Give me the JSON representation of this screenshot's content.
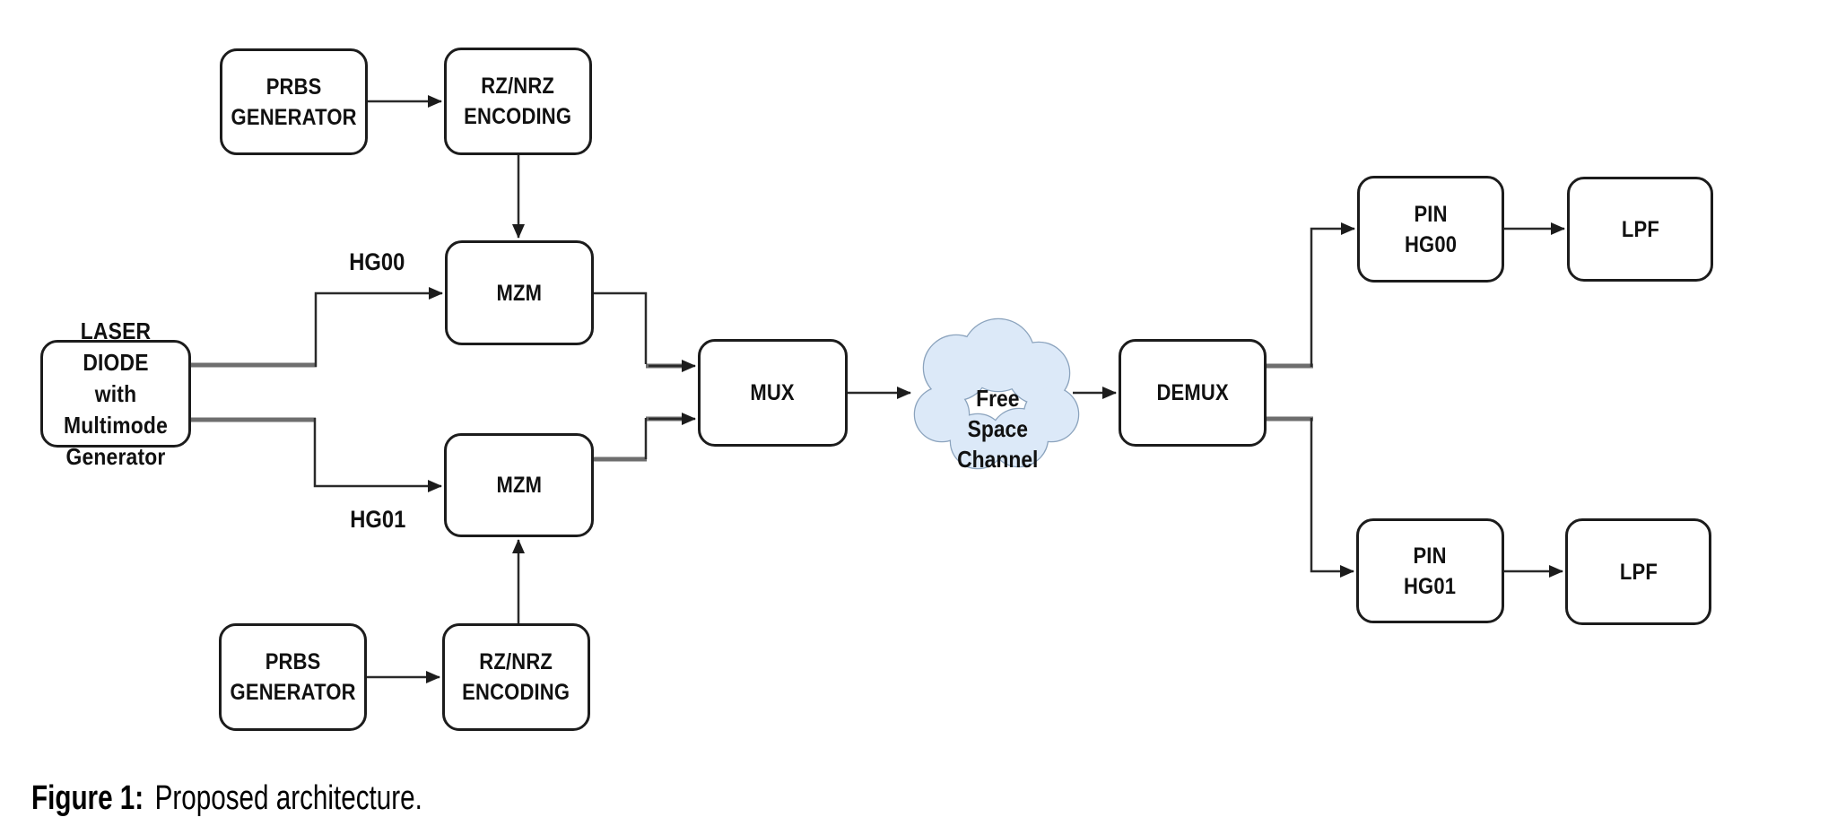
{
  "figure": {
    "caption": {
      "label": "Figure 1:",
      "text": "Proposed architecture."
    },
    "colors": {
      "bg": "#ffffff",
      "box_fill": "#ffffff",
      "box_border": "#1c1c1c",
      "text": "#111111",
      "connector": "#2a2a2a",
      "connector_thick": "#6e6e6e",
      "cloud_fill": "#dce9f8",
      "cloud_stroke": "#8ba3bd"
    },
    "blocks": {
      "laser": {
        "label": "LASER DIODE\nwith Multimode\nGenerator"
      },
      "prbs_top": {
        "label": "PRBS\nGENERATOR"
      },
      "rznrz_top": {
        "label": "RZ/NRZ\nENCODING"
      },
      "mzm_top": {
        "label": "MZM"
      },
      "mzm_bottom": {
        "label": "MZM"
      },
      "prbs_bottom": {
        "label": "PRBS\nGENERATOR"
      },
      "rznrz_bottom": {
        "label": "RZ/NRZ\nENCODING"
      },
      "mux": {
        "label": "MUX"
      },
      "free_space_channel": {
        "label": "Free\nSpace\nChannel"
      },
      "demux": {
        "label": "DEMUX"
      },
      "pin_hg00": {
        "label": "PIN\nHG00"
      },
      "lpf_top": {
        "label": "LPF"
      },
      "pin_hg01": {
        "label": "PIN\nHG01"
      },
      "lpf_bottom": {
        "label": "LPF"
      }
    },
    "edge_labels": {
      "hg00": "HG00",
      "hg01": "HG01"
    }
  }
}
